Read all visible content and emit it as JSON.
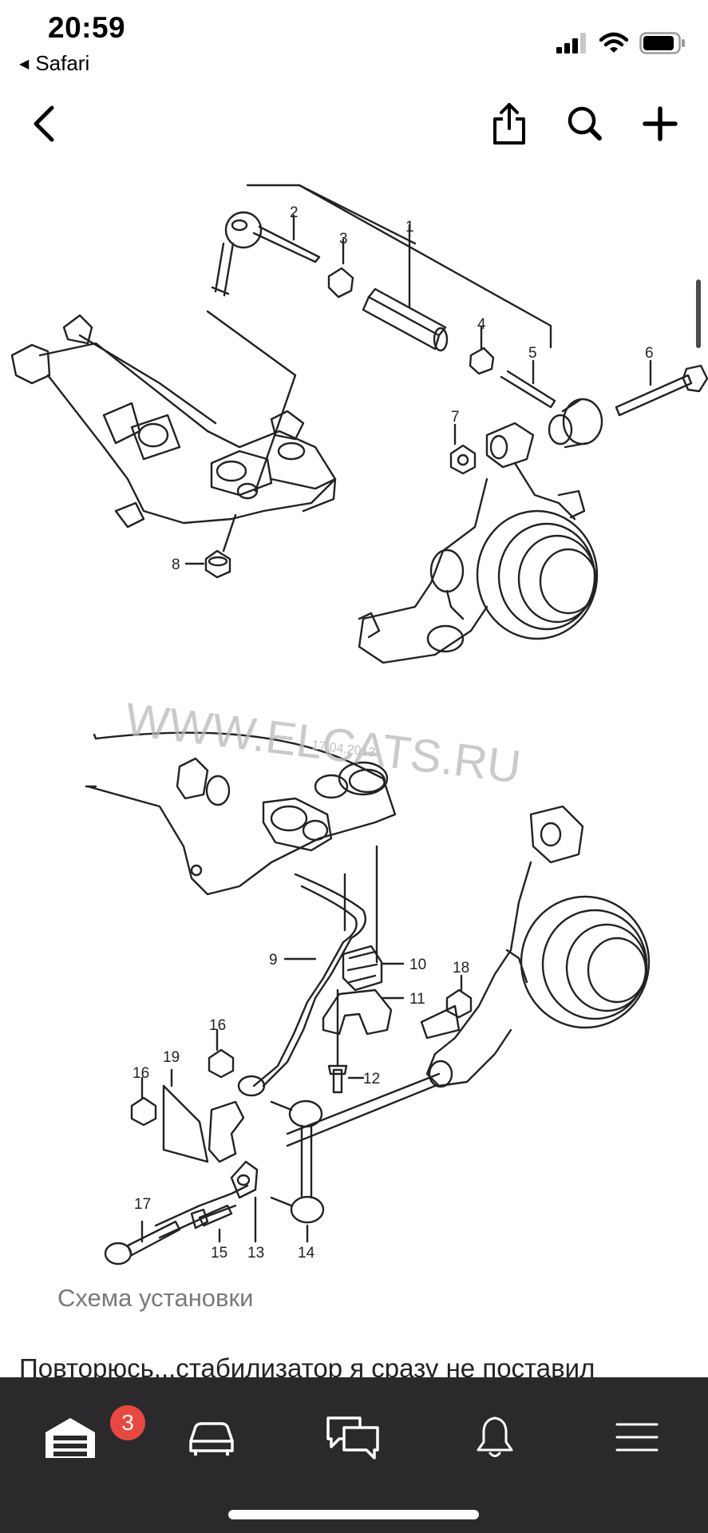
{
  "status_bar": {
    "time": "20:59",
    "back_app": "Safari",
    "icons": [
      "signal-icon",
      "wifi-icon",
      "battery-icon"
    ]
  },
  "nav": {
    "icons": [
      "back-chevron-icon",
      "share-icon",
      "search-icon",
      "plus-icon"
    ]
  },
  "diagram": {
    "watermark": "WWW.ELCATS.RU",
    "watermark_date": "17.04.2013",
    "part_numbers": [
      "1",
      "2",
      "3",
      "4",
      "5",
      "6",
      "7",
      "8",
      "9",
      "10",
      "11",
      "12",
      "13",
      "14",
      "15",
      "16",
      "16",
      "17",
      "18",
      "19"
    ]
  },
  "caption": "Схема установки",
  "article_text": "Повторюсь...стабилизатор я сразу не поставил",
  "tab_bar": {
    "tabs": [
      {
        "name": "garage-icon",
        "badge": "3"
      },
      {
        "name": "car-icon"
      },
      {
        "name": "chat-icon"
      },
      {
        "name": "bell-icon"
      },
      {
        "name": "menu-icon"
      }
    ]
  },
  "colors": {
    "tab_bar_bg": "#2a2a2c",
    "badge": "#e8483f",
    "caption": "#7a7a7a"
  }
}
